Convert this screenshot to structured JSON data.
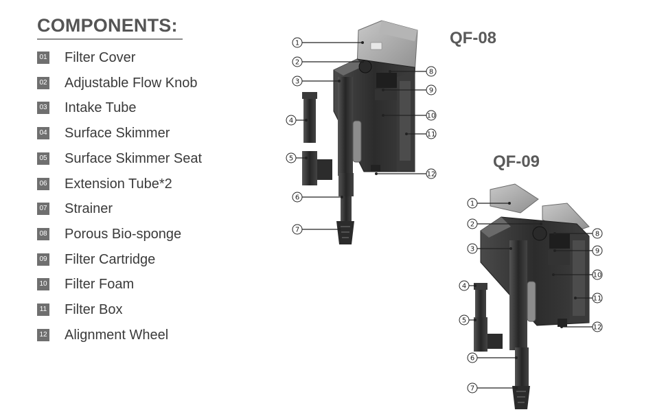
{
  "heading": "COMPONENTS:",
  "components": [
    {
      "num": "01",
      "label": "Filter Cover"
    },
    {
      "num": "02",
      "label": "Adjustable Flow Knob"
    },
    {
      "num": "03",
      "label": "Intake Tube"
    },
    {
      "num": "04",
      "label": "Surface Skimmer"
    },
    {
      "num": "05",
      "label": "Surface Skimmer Seat"
    },
    {
      "num": "06",
      "label": "Extension Tube*2"
    },
    {
      "num": "07",
      "label": "Strainer"
    },
    {
      "num": "08",
      "label": "Porous Bio-sponge"
    },
    {
      "num": "09",
      "label": "Filter Cartridge"
    },
    {
      "num": "10",
      "label": "Filter Foam"
    },
    {
      "num": "11",
      "label": "Filter Box"
    },
    {
      "num": "12",
      "label": "Alignment Wheel"
    }
  ],
  "models": {
    "qf08": {
      "name": "QF-08",
      "callouts": [
        "1",
        "2",
        "3",
        "4",
        "5",
        "6",
        "7",
        "8",
        "9",
        "10",
        "11",
        "12"
      ]
    },
    "qf09": {
      "name": "QF-09",
      "callouts": [
        "1",
        "2",
        "3",
        "4",
        "5",
        "6",
        "7",
        "8",
        "9",
        "10",
        "11",
        "12"
      ]
    }
  },
  "colors": {
    "heading": "#555555",
    "number_box": "#6f6f6f",
    "product_dark": "#2e2e2e",
    "product_mid": "#5c5c5c",
    "product_light": "#9a9a9a"
  }
}
